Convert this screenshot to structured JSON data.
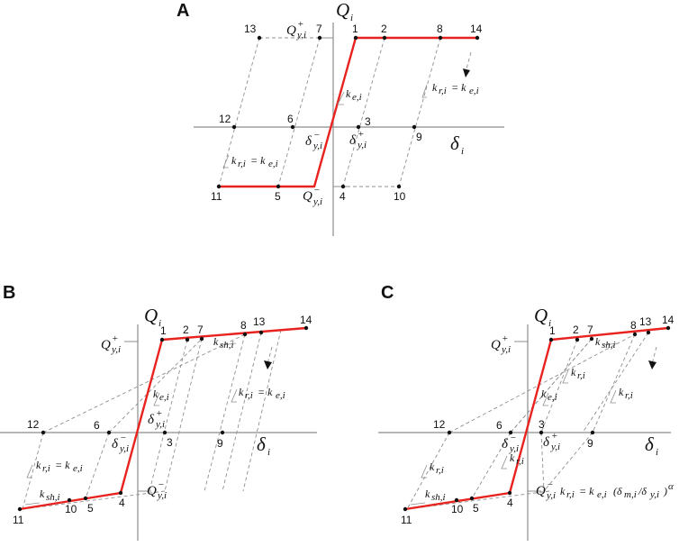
{
  "panels": [
    {
      "id": "A",
      "label": "A"
    },
    {
      "id": "B",
      "label": "B"
    },
    {
      "id": "C",
      "label": "C"
    }
  ],
  "axis_labels": {
    "force": "Q",
    "force_sub": "i",
    "disp": "δ",
    "disp_sub": "i"
  },
  "symbols": {
    "qy_pos": "Q+y,i",
    "qy_neg": "Q−y,i",
    "dy_pos": "δ+y,i",
    "dy_neg": "δ−y,i",
    "ke": "ke,i",
    "kr_eq": "kr,i = ke,i",
    "ksh": "ksh,i",
    "kr": "kr,i",
    "kr_formula": "kr,i = ke,i (δm,i/δy,i)^α"
  },
  "points": {
    "A": [
      "1",
      "2",
      "3",
      "4",
      "5",
      "6",
      "7",
      "8",
      "9",
      "10",
      "11",
      "12",
      "13",
      "14"
    ],
    "B": [
      "1",
      "2",
      "3",
      "4",
      "5",
      "6",
      "7",
      "8",
      "9",
      "10",
      "11",
      "12",
      "13",
      "14"
    ],
    "C": [
      "1",
      "2",
      "3",
      "4",
      "5",
      "6",
      "7",
      "8",
      "9",
      "10",
      "11",
      "12",
      "13",
      "14"
    ]
  }
}
